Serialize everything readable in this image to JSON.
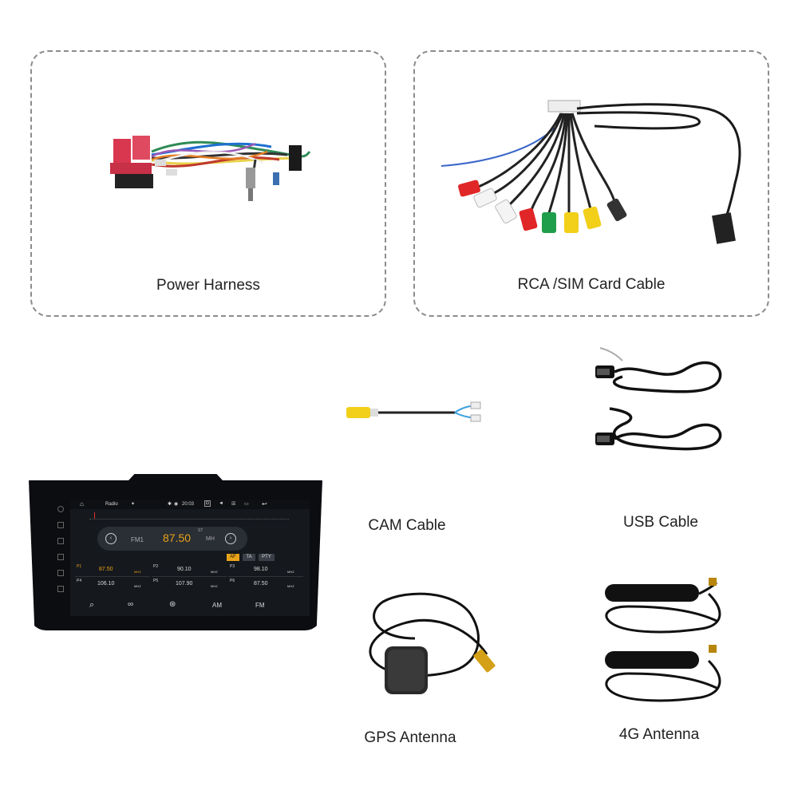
{
  "items": {
    "power_harness": "Power Harness",
    "rca_cable": "RCA /SIM Card Cable",
    "cam_cable": "CAM Cable",
    "usb_cable": "USB Cable",
    "gps_antenna": "GPS Antenna",
    "antenna_4g": "4G Antenna"
  },
  "radio_ui": {
    "app_name": "Radio",
    "time": "20:03",
    "band": "FM1",
    "frequency": "87.50",
    "unit_short": "MH",
    "st_label": "ST",
    "buttons": {
      "af": "AF",
      "ta": "TA",
      "pty": "PTY",
      "am": "AM",
      "fm": "FM"
    },
    "presets": [
      {
        "label": "P1",
        "freq": "87.50",
        "unit": "MHZ"
      },
      {
        "label": "P2",
        "freq": "90.10",
        "unit": "MHZ"
      },
      {
        "label": "P3",
        "freq": "98.10",
        "unit": "MHZ"
      },
      {
        "label": "P4",
        "freq": "106.10",
        "unit": "MHZ"
      },
      {
        "label": "P5",
        "freq": "107.90",
        "unit": "MHZ"
      },
      {
        "label": "P6",
        "freq": "87.50",
        "unit": "MHZ"
      }
    ]
  },
  "colors": {
    "accent": "#e8a317",
    "dashed_border": "#8c8c8c",
    "screen_bg": "#15181d",
    "frame": "#0c0d10"
  },
  "icons": [
    "home-icon",
    "usb-icon",
    "bluetooth-icon",
    "location-icon",
    "camera-icon",
    "volume-icon",
    "close-box-icon",
    "multiwindow-icon",
    "back-icon",
    "prev-icon",
    "next-icon",
    "search-icon",
    "loop-icon",
    "broadcast-icon"
  ]
}
